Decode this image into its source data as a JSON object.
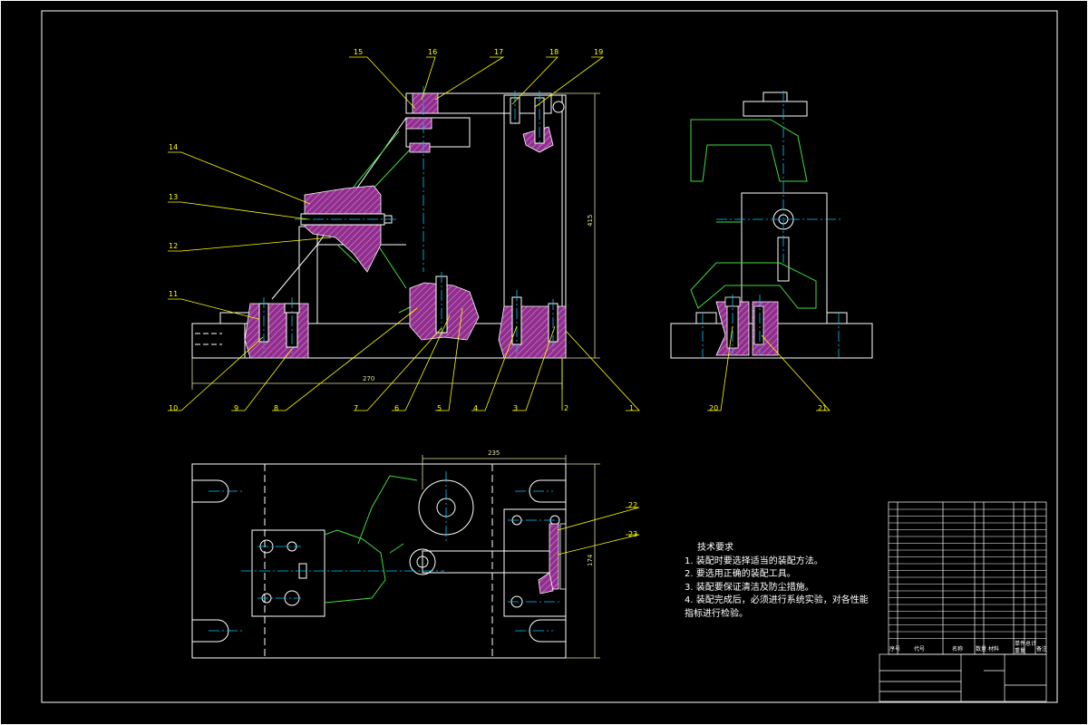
{
  "drawing": {
    "colors": {
      "background": "#000000",
      "outline": "#ffffff",
      "section_hatch": "#b84fb4",
      "centerline": "#00c8ff",
      "leader_and_balloon": "#ffff00",
      "dimension": "#e0e0a0",
      "casting": "#3fdc3f"
    },
    "front_view": {
      "dimensions": {
        "width": "270",
        "height": "415"
      },
      "balloons": [
        "1",
        "2",
        "3",
        "4",
        "5",
        "6",
        "7",
        "8",
        "9",
        "10",
        "11",
        "12",
        "13",
        "14",
        "15",
        "16",
        "17",
        "18",
        "19"
      ]
    },
    "side_view": {
      "balloons": [
        "20",
        "21"
      ]
    },
    "top_view": {
      "dimensions": {
        "width": "235",
        "height": "174"
      },
      "balloons": [
        "22",
        "23"
      ]
    },
    "tech_requirements": {
      "title": "技术要求",
      "items": [
        "1. 装配时要选择适当的装配方法。",
        "2. 要选用正确的装配工具。",
        "3. 装配要保证清洁及防尘措施。",
        "4. 装配完成后，必须进行系统实验，对各性能",
        "指标进行检验。"
      ]
    },
    "title_block": {
      "header": [
        "序号",
        "代号",
        "名称",
        "数量",
        "材料",
        "单件",
        "总计",
        "备注"
      ],
      "weight_labels": [
        "重量"
      ]
    }
  }
}
